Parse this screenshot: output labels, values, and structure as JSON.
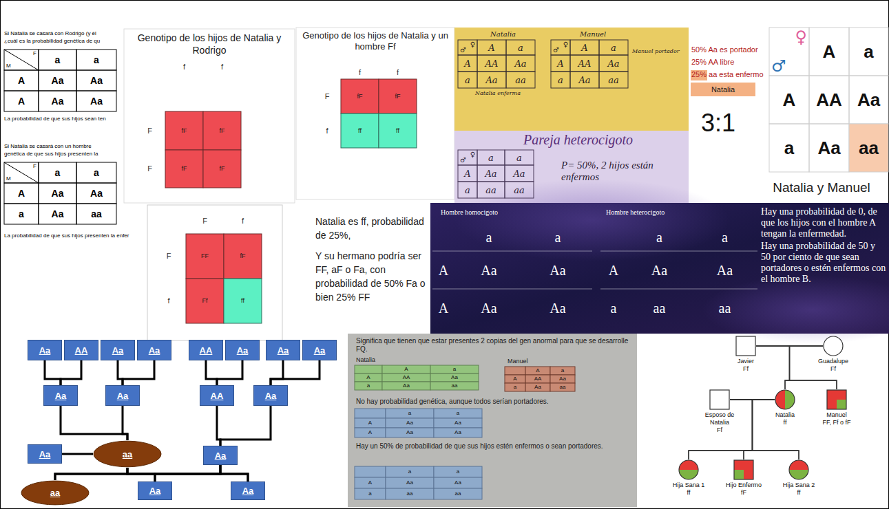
{
  "diagram": {
    "nodes": [
      {
        "text": [
          "Natalia"
        ]
      },
      {
        "text": [
          "Aa"
        ]
      },
      {
        "text": [
          "AA"
        ]
      },
      {
        "text": [
          "Aa"
        ]
      },
      {
        "text": [
          "Aa"
        ]
      },
      {
        "text": [
          "AA"
        ]
      },
      {
        "text": [
          "Aa"
        ]
      },
      {
        "text": [
          "Aa"
        ]
      },
      {
        "text": [
          "Aa"
        ]
      },
      {
        "text": [
          "Aa"
        ]
      },
      {
        "text": [
          "Aa"
        ]
      },
      {
        "text": [
          "AA"
        ]
      },
      {
        "text": [
          "Aa"
        ]
      },
      {
        "text": [
          "Aa"
        ]
      },
      {
        "text": [
          "aa"
        ]
      },
      {
        "text": [
          "Aa"
        ]
      },
      {
        "text": [
          "aa"
        ]
      },
      {
        "text": [
          "Aa"
        ]
      },
      {
        "text": [
          "Aa"
        ]
      },
      {
        "text": [
          "Javier",
          "Ff"
        ]
      },
      {
        "text": [
          "Guadalupe",
          "Ff"
        ]
      },
      {
        "text": [
          "Esposo de Natalia",
          "Ff"
        ]
      },
      {
        "text": [
          "Natalia",
          "ff"
        ]
      },
      {
        "text": [
          "Manuel",
          "FF, Ff o fF"
        ]
      },
      {
        "text": [
          "Hija Sana 1",
          "ff"
        ]
      },
      {
        "text": [
          "Hijo Enfermo",
          "fF"
        ]
      },
      {
        "text": [
          "Hija Sana 2",
          "ff"
        ]
      }
    ],
    "edges": [
      {
        "from": 1,
        "to": 9,
        "arrow": "none"
      },
      {
        "from": 2,
        "to": 9,
        "arrow": "none"
      },
      {
        "from": 3,
        "to": 10,
        "arrow": "none"
      },
      {
        "from": 4,
        "to": 10,
        "arrow": "none"
      },
      {
        "from": 5,
        "to": 11,
        "arrow": "none"
      },
      {
        "from": 6,
        "to": 11,
        "arrow": "none"
      },
      {
        "from": 7,
        "to": 12,
        "arrow": "none"
      },
      {
        "from": 8,
        "to": 12,
        "arrow": "none"
      },
      {
        "from": 9,
        "to": 14,
        "arrow": "none"
      },
      {
        "from": 10,
        "to": 14,
        "arrow": "none"
      },
      {
        "from": 11,
        "to": 15,
        "arrow": "none"
      },
      {
        "from": 12,
        "to": 15,
        "arrow": "none"
      },
      {
        "from": 13,
        "to": 14,
        "arrow": "none"
      },
      {
        "from": 14,
        "to": 16,
        "arrow": "none"
      },
      {
        "from": 14,
        "to": 17,
        "arrow": "none"
      },
      {
        "from": 14,
        "to": 18,
        "arrow": "none"
      },
      {
        "from": 15,
        "to": 16,
        "arrow": "none"
      },
      {
        "from": 15,
        "to": 17,
        "arrow": "none"
      },
      {
        "from": 15,
        "to": 18,
        "arrow": "none"
      },
      {
        "from": 19,
        "to": 20,
        "arrow": "none"
      },
      {
        "from": 19,
        "to": 22,
        "arrow": "none"
      },
      {
        "from": 19,
        "to": 23,
        "arrow": "none"
      },
      {
        "from": 20,
        "to": 22,
        "arrow": "none"
      },
      {
        "from": 20,
        "to": 23,
        "arrow": "none"
      },
      {
        "from": 21,
        "to": 22,
        "arrow": "none"
      },
      {
        "from": 21,
        "to": 24,
        "arrow": "none"
      },
      {
        "from": 21,
        "to": 25,
        "arrow": "none"
      },
      {
        "from": 21,
        "to": 26,
        "arrow": "none"
      },
      {
        "from": 22,
        "to": 24,
        "arrow": "none"
      },
      {
        "from": 22,
        "to": 25,
        "arrow": "none"
      },
      {
        "from": 22,
        "to": 26,
        "arrow": "none"
      }
    ],
    "labels": [
      "Si Natalia se casará con Rodrigo (y él",
      "¿cuál es la probabilidad genética de qu",
      "F",
      "M",
      "a",
      "a",
      "A",
      "Aa",
      "Aa",
      "A",
      "Aa",
      "Aa",
      "La probabilidad de que sus hijos sean ten",
      "Si Natalia se casará con un hombre",
      "genética de que sus hijos presenten la",
      "F",
      "M",
      "a",
      "a",
      "A",
      "Aa",
      "Aa",
      "a",
      "Aa",
      "aa",
      "La probabilidad de que sus hijos presenten la enfer",
      "Genotipo de los hijos de Natalia y Rodrigo",
      "f",
      "f",
      "F",
      "fF",
      "fF",
      "F",
      "fF",
      "fF",
      "Genotipo de los hijos de Natalia y un hombre Ff",
      "f",
      "f",
      "F",
      "fF",
      "fF",
      "f",
      "ff",
      "ff",
      "F",
      "f",
      "F",
      "FF",
      "fF",
      "f",
      "Ff",
      "ff",
      "Natalia es ff, probabilidad de 25%,",
      "Y su hermano podría ser FF, aF o Fa, con probabilidad de 50% Fa o bien 25% FF",
      "Natalia",
      "Manuel",
      "♀",
      "♂",
      "A",
      "a",
      "A",
      "AA",
      "Aa",
      "a",
      "Aa",
      "aa",
      "Natalia enferma",
      "♀",
      "♂",
      "A",
      "a",
      "A",
      "AA",
      "Aa",
      "a",
      "Aa",
      "aa",
      "Manuel portador",
      "Pareja heterocigoto",
      "♀",
      "♂",
      "a",
      "a",
      "A",
      "Aa",
      "Aa",
      "a",
      "aa",
      "aa",
      "P= 50%, 2 hijos están enfermos",
      "50% Aa es portador",
      "25% AA libre",
      "25% aa esta enfermo",
      "3:1",
      "♀",
      "♂",
      "A",
      "a",
      "A",
      "AA",
      "Aa",
      "a",
      "Aa",
      "aa",
      "Natalia y Manuel",
      "Hombre homocigoto",
      "Hombre heterocigoto",
      "a",
      "a",
      "A",
      "Aa",
      "Aa",
      "A",
      "Aa",
      "Aa",
      "a",
      "a",
      "A",
      "Aa",
      "Aa",
      "a",
      "aa",
      "aa",
      "Hay una probabilidad de 0, de que los hijos con el hombre A tengan la enfermedad.",
      "Hay una probabilidad de 50 y 50 por ciento de que sean portadores o estén enfermos con el hombre B.",
      "Significa que tienen que estar presentes 2 copias del gen anormal para que se desarrolle FQ.",
      "Natalia",
      "A",
      "a",
      "A",
      "AA",
      "Aa",
      "a",
      "Aa",
      "aa",
      "Manuel",
      "A",
      "a",
      "A",
      "AA",
      "Aa",
      "a",
      "Aa",
      "aa",
      "No hay probabilidad genética, aunque todos serían portadores.",
      "a",
      "a",
      "A",
      "Aa",
      "Aa",
      "A",
      "Aa",
      "Aa",
      "Hay un 50% de probabilidad de que sus hijos estén enfermos o sean portadores.",
      "a",
      "a",
      "A",
      "Aa",
      "Aa",
      "a",
      "aa",
      "aa"
    ]
  }
}
